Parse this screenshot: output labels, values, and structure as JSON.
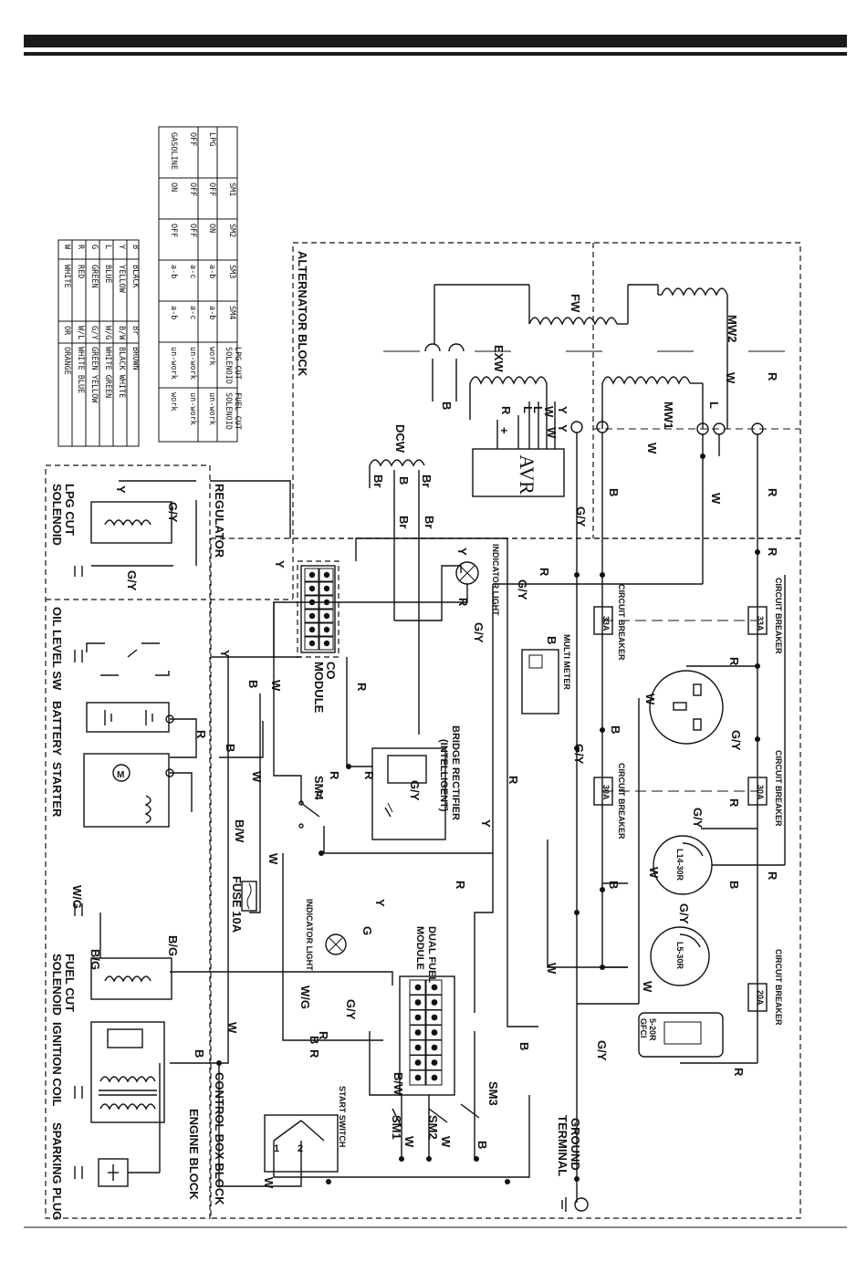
{
  "blocks": {
    "alternator": "ALTERNATOR BLOCK",
    "control_box": "CONTROL BOX BLOCK",
    "engine": "ENGINE BLOCK",
    "regulator": "REGULATOR"
  },
  "components": {
    "avr": "AVR",
    "fw": "FW",
    "exw": "EXW",
    "mw1": "MW1",
    "mw2": "MW2",
    "dcw": "DCW",
    "co_module_line1": "CO",
    "co_module_line2": "MODULE",
    "indicator_light": "INDICATOR LIGHT",
    "multi_meter": "MULTI METER",
    "circuit_breaker": "CIRCUIT BREAKER",
    "cb_33a": "33A",
    "cb_30a": "30A",
    "cb_20a": "20A",
    "bridge_rectifier_line1": "BRIDGE RECTIFIER",
    "bridge_rectifier_line2": "(INTELLIGENT)",
    "dual_fuel_line1": "DUAL FUEL",
    "dual_fuel_line2": "MODULE",
    "fuse": "FUSE 10A",
    "start_switch": "START SWITCH",
    "ground_terminal_line1": "GROUND",
    "ground_terminal_line2": "TERMINAL",
    "l14_30r": "L14-30R",
    "l5_30r": "L5-30R",
    "gfci_line1": "5-20R",
    "gfci_line2": "GFCI",
    "sm1": "SM1",
    "sm2": "SM2",
    "sm3": "SM3",
    "sm4": "SM4"
  },
  "engine_parts": {
    "lpg_line1": "LPG CUT",
    "lpg_line2": "SOLENOID",
    "oil": "OIL LEVEL SW",
    "battery": "BATTERY",
    "starter": "STARTER",
    "fuel_line1": "FUEL CUT",
    "fuel_line2": "SOLENOID",
    "ignition": "IGNITION COIL",
    "spark": "SPARKING PLUG"
  },
  "color_legend": [
    [
      "B",
      "BLACK",
      "Br",
      "BROWN"
    ],
    [
      "Y",
      "YELLOW",
      "B/W",
      "BLACK WHITE"
    ],
    [
      "L",
      "BLUE",
      "W/G",
      "WHITE GREEN"
    ],
    [
      "G",
      "GREEN",
      "G/Y",
      "GREEN YELLOW"
    ],
    [
      "R",
      "RED",
      "W/L",
      "WHITE BLUE"
    ],
    [
      "W",
      "WHITE",
      "OR",
      "ORANGE"
    ]
  ],
  "state_table": {
    "headers": [
      "",
      "SM1",
      "SM2",
      "SM3",
      "SM4",
      "LPG CUT SOLENOID",
      "FUEL CUT SOLENOID"
    ],
    "rows": [
      [
        "LPG",
        "OFF",
        "ON",
        "a-b",
        "a-b",
        "work",
        "un-work"
      ],
      [
        "OFF",
        "OFF",
        "OFF",
        "a-c",
        "a-c",
        "un-work",
        "un-work"
      ],
      [
        "GASOLINE",
        "ON",
        "OFF",
        "a-b",
        "a-b",
        "un-work",
        "work"
      ]
    ]
  },
  "wire_labels": {
    "R": "R",
    "W": "W",
    "B": "B",
    "Y": "Y",
    "L": "L",
    "G": "G",
    "Br": "Br",
    "GY": "G/Y",
    "BW": "B/W",
    "WG": "W/G",
    "BG": "B/G",
    "plus": "+"
  }
}
